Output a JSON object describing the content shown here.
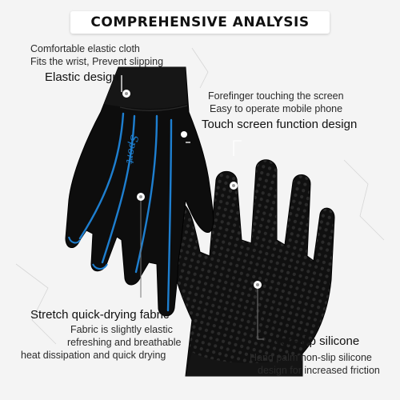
{
  "heading": "COMPREHENSIVE ANALYSIS",
  "glove_printed_text": "Sport",
  "colors": {
    "glove": "#0d0d0d",
    "stripe": "#1e7fd0",
    "background": "#f4f4f4",
    "marker": "#ffffff"
  },
  "features": {
    "elastic": {
      "lines": [
        "Comfortable elastic cloth",
        "Fits the wrist, Prevent slipping"
      ],
      "title": "Elastic design"
    },
    "touch": {
      "lines": [
        "Forefinger touching the screen",
        "Easy to operate mobile phone"
      ],
      "title": "Touch screen function design"
    },
    "fabric": {
      "title": "Stretch quick-drying fabric",
      "lines": [
        "Fabric is slightly elastic",
        "refreshing and breathable",
        "heat dissipation and quick drying"
      ]
    },
    "silicone": {
      "title": "Non-slip silicone",
      "lines": [
        "Hand palm non-slip silicone",
        "design for increased friction"
      ]
    }
  }
}
